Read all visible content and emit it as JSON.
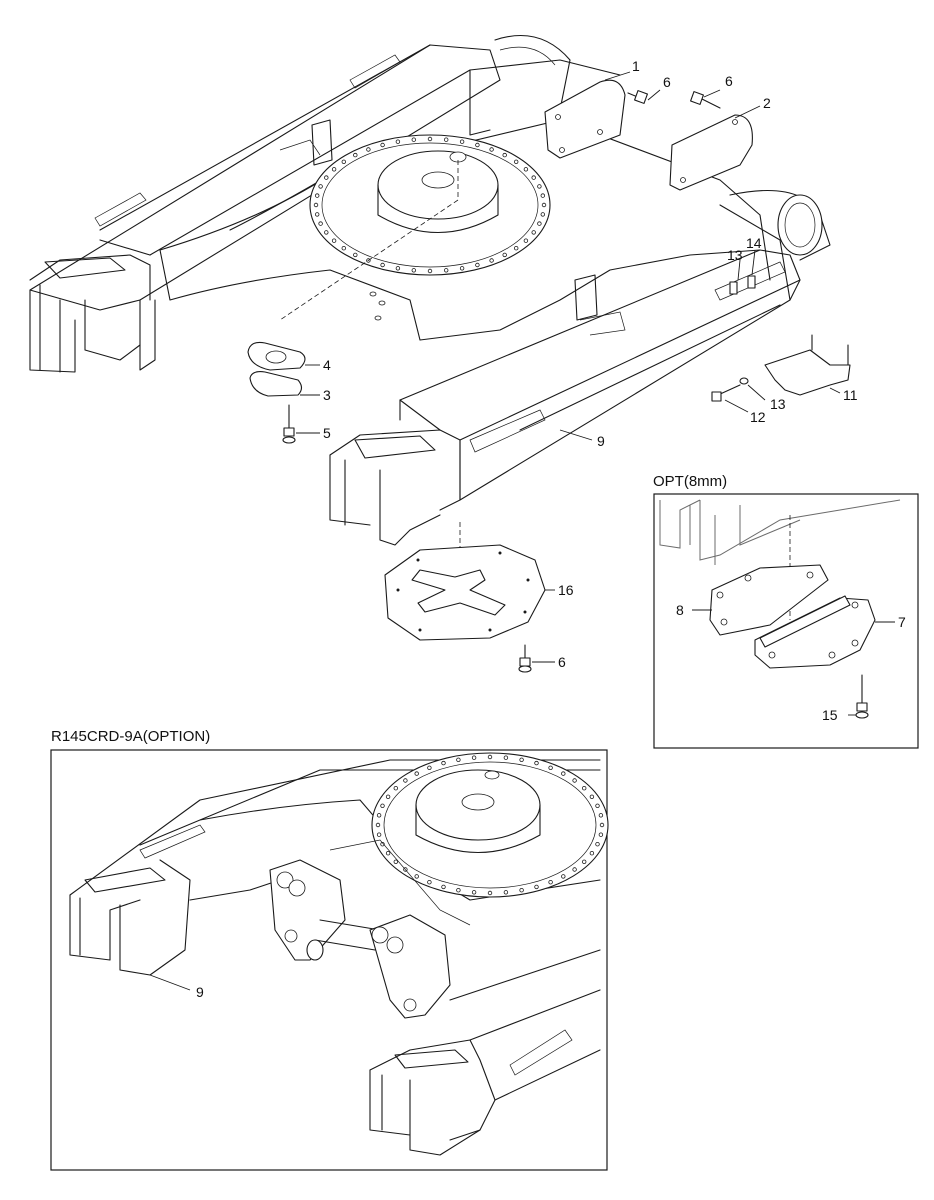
{
  "callouts": {
    "c1": "1",
    "c2": "2",
    "c3": "3",
    "c4": "4",
    "c5": "5",
    "c6a": "6",
    "c6b": "6",
    "c6c": "6",
    "c7": "7",
    "c8": "8",
    "c9a": "9",
    "c9b": "9",
    "c11": "11",
    "c12": "12",
    "c13a": "13",
    "c13b": "13",
    "c14": "14",
    "c15": "15",
    "c16": "16"
  },
  "captions": {
    "opt_box": "OPT(8mm)",
    "option_box": "R145CRD-9A(OPTION)"
  }
}
